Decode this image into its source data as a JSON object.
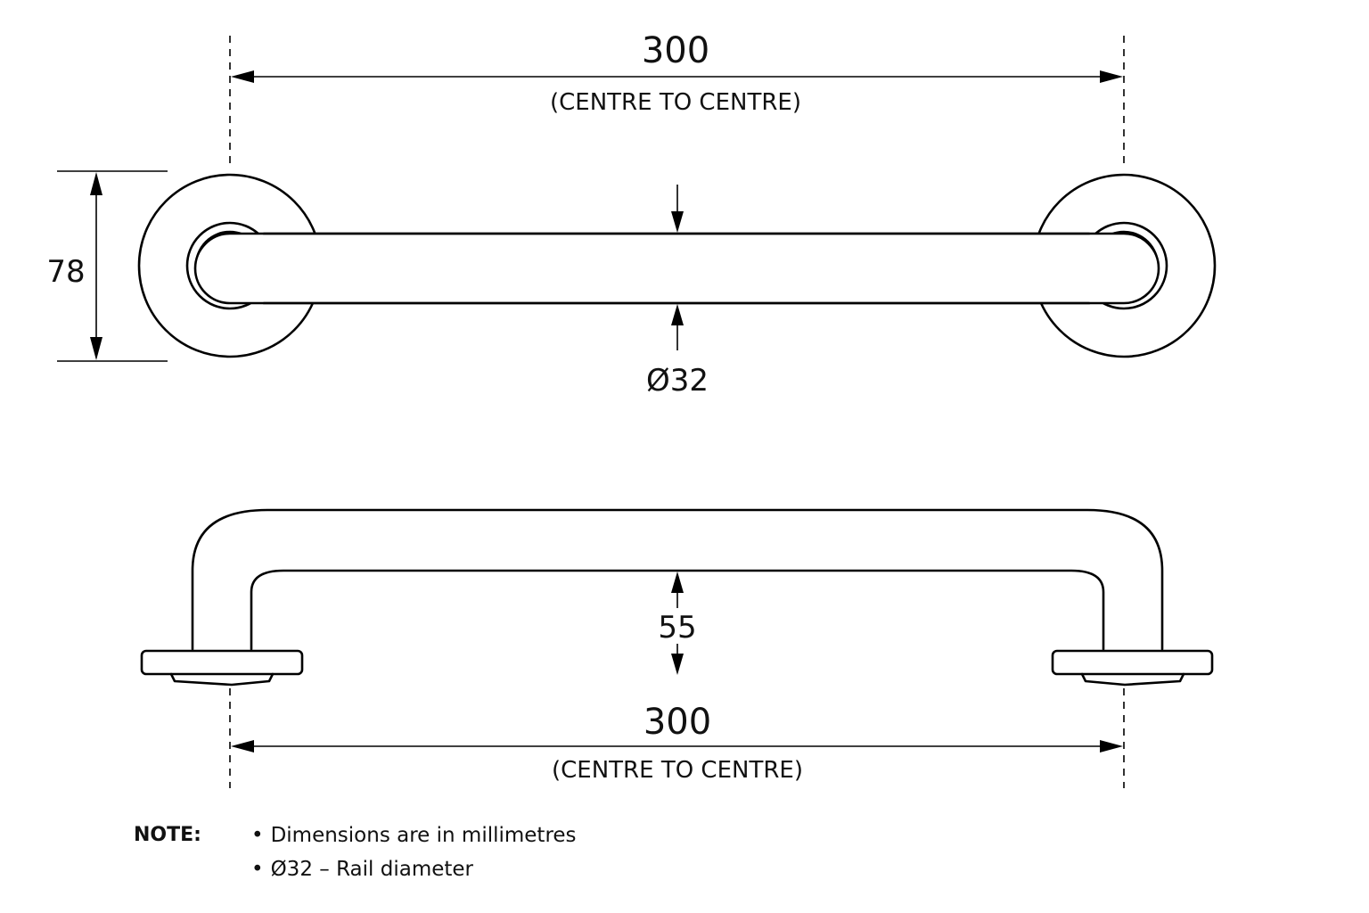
{
  "top_view": {
    "length_value": "300",
    "length_note": "(CENTRE TO CENTRE)",
    "flange_height": "78",
    "diameter": "Ø32"
  },
  "side_view": {
    "projection": "55",
    "length_value": "300",
    "length_note": "(CENTRE TO CENTRE)"
  },
  "notes": {
    "label": "NOTE:",
    "items": [
      {
        "bullet": "•",
        "text": "Dimensions are in millimetres"
      },
      {
        "bullet": "•",
        "text": "Ø32 – Rail diameter"
      }
    ]
  }
}
